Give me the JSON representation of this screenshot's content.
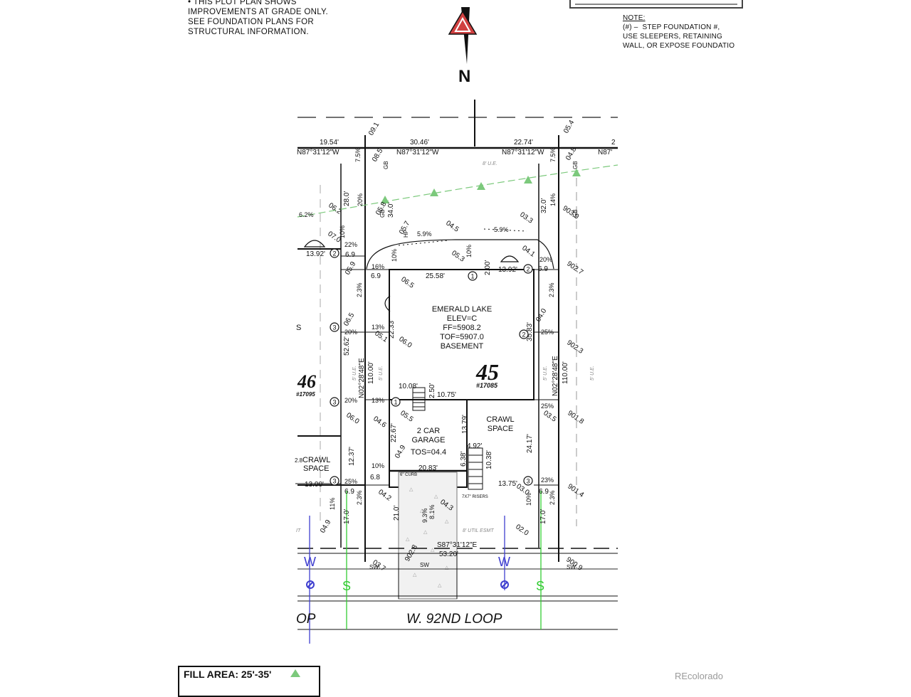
{
  "notes": {
    "top_left": [
      "• THIS PLOT PLAN SHOWS",
      "IMPROVEMENTS AT GRADE ONLY.",
      "SEE FOUNDATION PLANS FOR",
      "STRUCTURAL INFORMATION."
    ],
    "top_right_heading": "NOTE:",
    "top_right": [
      "(#) –  STEP FOUNDATION #,",
      "USE SLEEPERS, RETAINING",
      "WALL, OR EXPOSE FOUNDATIO"
    ]
  },
  "north_label": "N",
  "lot": {
    "number": "45",
    "address": "#17085",
    "neighbor_number": "46",
    "neighbor_address": "#17095"
  },
  "house": {
    "lines": [
      "EMERALD LAKE",
      "ELEV=C",
      "FF=5908.2",
      "TOF=5907.0",
      "BASEMENT"
    ]
  },
  "garage": {
    "lines": [
      "2 CAR",
      "GARAGE",
      "TOS=04.4"
    ]
  },
  "crawl_space": {
    "lines": [
      "CRAWL",
      "SPACE"
    ]
  },
  "neighbor_crawl": {
    "lines": [
      "CRAWL",
      "SPACE"
    ]
  },
  "street": {
    "name": "W. 92ND LOOP",
    "left_fragment": "OP"
  },
  "bearings": {
    "north_1": "N87°31'12\"W",
    "north_2": "N87°31'12\"W",
    "north_3": "N87°31'12\"W",
    "north_4": "N87'",
    "south": "S87°31'12\"E",
    "east_side": "N02°28'48\"E",
    "west_side": "N02°28'48\"E"
  },
  "distances": {
    "d1": "19.54'",
    "d2": "30.46'",
    "d3": "22.74'",
    "d4": "2",
    "south": "53.20'",
    "east": "110.00'",
    "west": "110.00'"
  },
  "easements": {
    "north": "8' U.E.",
    "south": "8' UTIL ESMT",
    "west": "5' U.E.",
    "east": "5' U.E."
  },
  "dims": [
    "34.0'",
    "32.0'",
    "28.0'",
    "25.58'",
    "13.92'",
    "13.92'",
    "2.00'",
    "22.33'",
    "35.83'",
    "52.62'",
    "10.08'",
    "10.75'",
    "2.50'",
    "22.67'",
    "13.79'",
    "24.17'",
    "12.37'",
    "4.92'",
    "6.38'",
    "10.38'",
    "20.83'",
    "13.75'",
    "13.00'",
    "21.0'",
    "17.0'",
    "17.0'",
    "6.9",
    "6.9",
    "6.9",
    "6.9",
    "6.8",
    "6.9"
  ],
  "elevations": [
    "09.1",
    "05.4",
    "08.5",
    "04.8",
    "05.8",
    "05.7",
    "04.5",
    "03.3",
    "06.2",
    "07.0",
    "05.9",
    "06.5",
    "05.3",
    "04.1",
    "06.5",
    "04.0",
    "05.1",
    "06.0",
    "05.5",
    "04.6",
    "04.9",
    "03.5",
    "06.0",
    "04.2",
    "04.3",
    "03.0",
    "02.0",
    "04.9",
    "03.7",
    "902.8",
    "903.0",
    "902.7",
    "902.3",
    "901.8",
    "901.4",
    "900.9"
  ],
  "slopes": [
    "7.5%",
    "7.5%",
    "20%",
    "14%",
    "5.9%",
    "5.9%",
    "6.2%",
    "10%",
    "10%",
    "10%",
    "22%",
    "20%",
    "16%",
    "20%",
    "13%",
    "25%",
    "2.3%",
    "2.3%",
    "2.3%",
    "2.3%",
    "20%",
    "13%",
    "25%",
    "10%",
    "23%",
    "25%",
    "11%",
    "10%",
    "9.3%",
    "8.1%"
  ],
  "tags": [
    "GB",
    "GB",
    "GB",
    "HP",
    "GB",
    "SW",
    "SW",
    "SW"
  ],
  "garage_apron": {
    "curb": "6\" CURB",
    "risers": "7X7\" RISERS"
  },
  "utilities": {
    "water": "W",
    "sewer": "S"
  },
  "fragments": {
    "s_left": "S",
    "neighbor_prefix": "2.8",
    "esmt_left": "IT"
  },
  "legend": {
    "label": "FILL AREA: 25'-35'"
  },
  "watermark": "REcolorado",
  "colors": {
    "north_arrow": "#d04040",
    "fill_marker": "#7cc97c",
    "water": "#3f3fcf",
    "sewer": "#33cc33"
  }
}
